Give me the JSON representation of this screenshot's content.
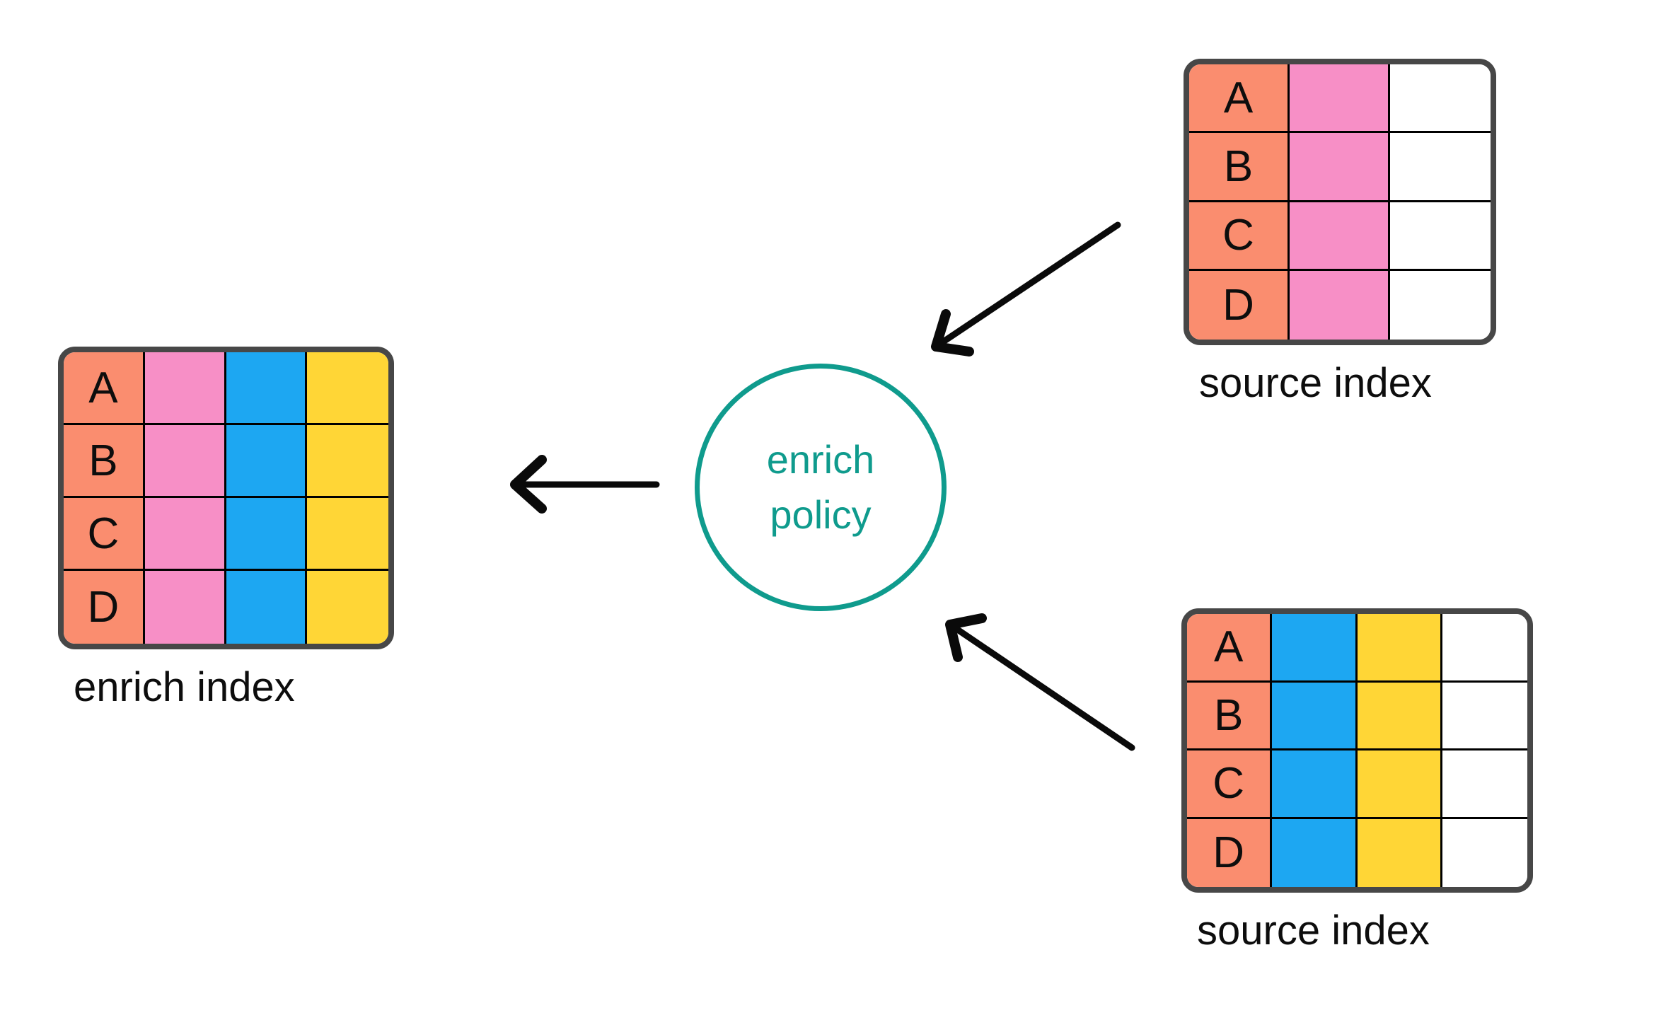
{
  "colors": {
    "salmon": "#FA8D6F",
    "pink": "#F78FC6",
    "blue": "#1DA7F2",
    "yellow": "#FFD636",
    "white": "#FFFFFF",
    "teal": "#0F9B8D",
    "table_frame": "#474747",
    "grid_line": "#000000",
    "arrow": "#0A0A0A",
    "label_text": "#0D0D0D"
  },
  "enrich_policy": {
    "label_line1": "enrich",
    "label_line2": "policy"
  },
  "enrich_index": {
    "label": "enrich index",
    "row_keys": [
      "A",
      "B",
      "C",
      "D"
    ],
    "columns": [
      "salmon",
      "pink",
      "blue",
      "yellow"
    ]
  },
  "source_index_top": {
    "label": "source index",
    "row_keys": [
      "A",
      "B",
      "C",
      "D"
    ],
    "columns": [
      "salmon",
      "pink",
      "white"
    ]
  },
  "source_index_bottom": {
    "label": "source index",
    "row_keys": [
      "A",
      "B",
      "C",
      "D"
    ],
    "columns": [
      "salmon",
      "blue",
      "yellow",
      "white"
    ]
  }
}
